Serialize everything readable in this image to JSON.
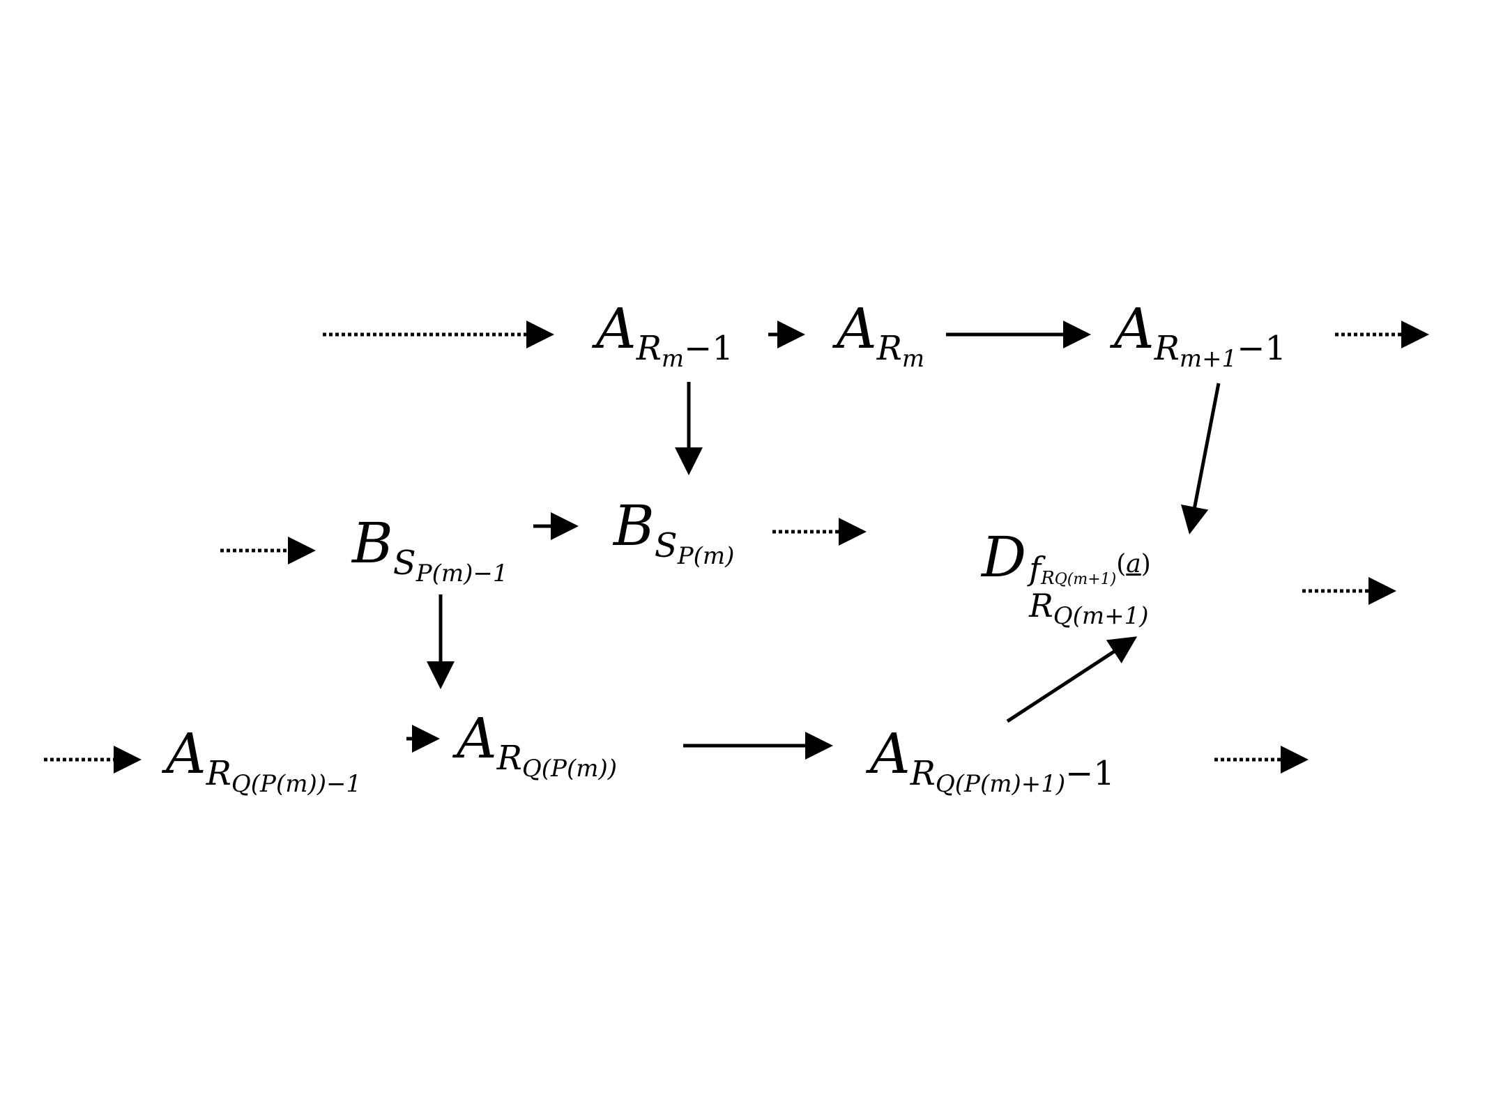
{
  "diagram": {
    "nodes": {
      "a_rm_minus1": {
        "base": "A",
        "s1": "R",
        "s2": "m",
        "tail": "−1"
      },
      "a_rm": {
        "base": "A",
        "s1": "R",
        "s2": "m"
      },
      "a_rm1_minus1": {
        "base": "A",
        "s1": "R",
        "s2": "m+1",
        "tail": "−1"
      },
      "b_sp_minus1": {
        "base": "B",
        "s1": "S",
        "s2": "P(m)−1"
      },
      "b_sp": {
        "base": "B",
        "s1": "S",
        "s2": "P(m)"
      },
      "d_node": {
        "base": "D",
        "sup_f": "f",
        "sup_r": "R",
        "sup_idx": "Q(m+1)",
        "sup_arg_open": "(",
        "sup_arg": "a",
        "sup_arg_close": ")",
        "sub_r": "R",
        "sub_idx": "Q(m+1)"
      },
      "a_rqpm_minus1": {
        "base": "A",
        "s1": "R",
        "s2": "Q(P(m))−1"
      },
      "a_rqpm": {
        "base": "A",
        "s1": "R",
        "s2": "Q(P(m))"
      },
      "a_rqpm1_minus1": {
        "base": "A",
        "s1": "R",
        "s2": "Q(P(m)+1)",
        "tail": "−1"
      }
    },
    "edges": [
      {
        "from": "left",
        "to": "a_rm_minus1",
        "style": "dotted"
      },
      {
        "from": "a_rm_minus1",
        "to": "a_rm",
        "style": "solid"
      },
      {
        "from": "a_rm",
        "to": "a_rm1_minus1",
        "style": "solid"
      },
      {
        "from": "a_rm1_minus1",
        "to": "right",
        "style": "dotted"
      },
      {
        "from": "a_rm_minus1",
        "to": "b_sp",
        "style": "solid"
      },
      {
        "from": "a_rm1_minus1",
        "to": "d_node",
        "style": "solid"
      },
      {
        "from": "left",
        "to": "b_sp_minus1",
        "style": "dotted"
      },
      {
        "from": "b_sp_minus1",
        "to": "b_sp",
        "style": "solid"
      },
      {
        "from": "b_sp",
        "to": "right",
        "style": "dotted"
      },
      {
        "from": "d_node",
        "to": "right",
        "style": "dotted"
      },
      {
        "from": "b_sp_minus1",
        "to": "a_rqpm",
        "style": "solid"
      },
      {
        "from": "left",
        "to": "a_rqpm_minus1",
        "style": "dotted"
      },
      {
        "from": "a_rqpm_minus1",
        "to": "a_rqpm",
        "style": "solid"
      },
      {
        "from": "a_rqpm",
        "to": "a_rqpm1_minus1",
        "style": "solid"
      },
      {
        "from": "a_rqpm1_minus1",
        "to": "d_node",
        "style": "solid"
      },
      {
        "from": "a_rqpm1_minus1",
        "to": "right",
        "style": "dotted"
      }
    ]
  }
}
